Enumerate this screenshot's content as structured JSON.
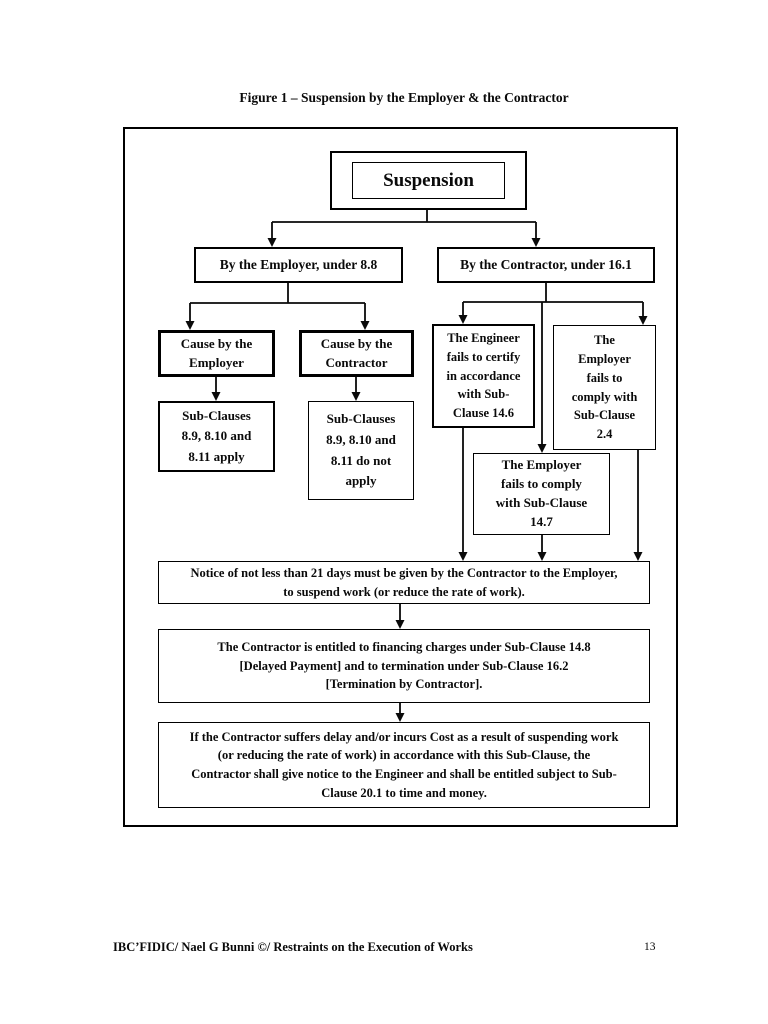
{
  "page": {
    "title": "Figure 1 – Suspension by the Employer & the Contractor",
    "footer": {
      "left": "IBC’FIDIC/ Nael G Bunni ©/ Restraints on the Execution of Works",
      "page_number": "13"
    }
  },
  "flowchart": {
    "ink_color": "#0a0a0a",
    "nodes": {
      "suspension": "Suspension",
      "by_employer": "By the Employer, under 8.8",
      "by_contractor": "By the Contractor, under 16.1",
      "cause_employer": "Cause by the\nEmployer",
      "cause_contractor": "Cause by the\nContractor",
      "subclauses_apply": "Sub-Clauses\n8.9, 8.10 and\n8.11 apply",
      "subclauses_not_apply": "Sub-Clauses\n8.9, 8.10 and\n8.11 do not\napply",
      "engineer_fails_certify": "The Engineer\nfails to certify\nin accordance\nwith Sub-\nClause 14.6",
      "employer_fails_24": "The\nEmployer\nfails to\ncomply with\nSub-Clause\n2.4",
      "employer_fails_147": "The Employer\nfails to comply\nwith Sub-Clause\n14.7",
      "notice_21_days": "Notice of not less than 21 days must be given by the Contractor to the Employer,\nto suspend work (or reduce the rate of work).",
      "financing_charges": "The Contractor is entitled to financing charges under Sub-Clause 14.8\n[Delayed Payment] and to termination under Sub-Clause 16.2\n[Termination by Contractor].",
      "delay_cost": "If the Contractor suffers delay and/or incurs Cost as a result of suspending work\n(or reducing the rate of work) in accordance with this Sub-Clause, the\nContractor shall give notice to the Engineer and shall be entitled subject to Sub-\nClause 20.1 to time and money."
    }
  }
}
